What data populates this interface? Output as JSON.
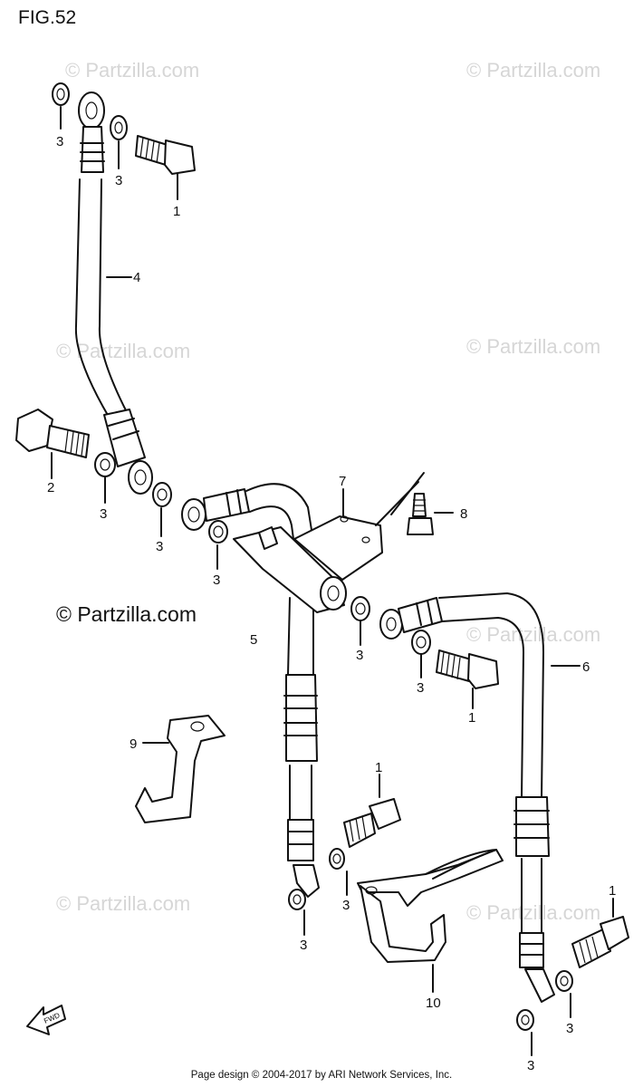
{
  "figure_label": "FIG.52",
  "copyright_large": "© Partzilla.com",
  "watermark_text": "© Partzilla.com",
  "footer_text": "Page design © 2004-2017 by ARI Network Services, Inc.",
  "fwd_text": "FWD",
  "callouts": {
    "bolt_top": "1",
    "bolt_mid_right": "1",
    "bolt_center": "1",
    "bolt_bottom_right": "1",
    "bolt_left": "2",
    "washer_top_left": "3",
    "washer_top_right": "3",
    "washer_left_a": "3",
    "washer_left_b": "3",
    "washer_center": "3",
    "washer_mid": "3",
    "washer_right": "3",
    "washer_center_low": "3",
    "washer_bottom_left": "3",
    "washer_bottom_right": "3",
    "washer_bottom": "3",
    "hose_upper": "4",
    "hose_left": "5",
    "hose_right": "6",
    "joint": "7",
    "joint_bolt": "8",
    "clamp_left": "9",
    "clamp_bottom": "10"
  }
}
